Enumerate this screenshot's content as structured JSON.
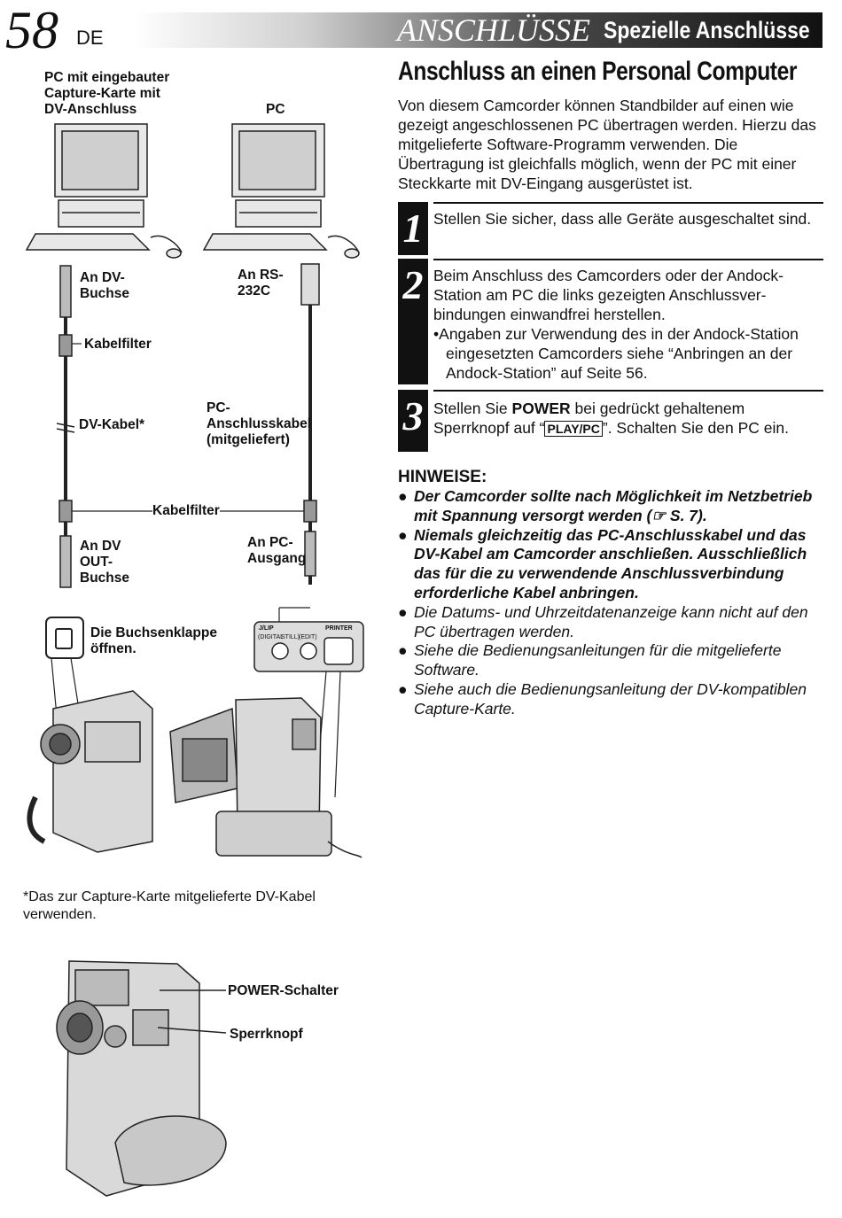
{
  "header": {
    "page_number": "58",
    "lang": "DE",
    "section": "ANSCHLÜSSE",
    "subsection": "Spezielle Anschlüsse"
  },
  "title": "Anschluss an einen Personal Computer",
  "intro": "Von diesem Camcorder können Standbilder auf einen wie gezeigt angeschlossenen PC übertragen werden. Hierzu das mitgelieferte Software-Programm verwenden. Die Übertragung ist gleichfalls möglich, wenn der PC mit einer Steckkarte mit DV-Eingang ausgerüstet ist.",
  "steps": [
    {
      "num": "1",
      "text": "Stellen Sie sicher, dass alle Geräte ausgeschaltet sind."
    },
    {
      "num": "2",
      "text": "Beim Anschluss des Camcorders oder der Andock-Station am PC die links gezeigten Anschlussver-bindungen einwandfrei herstellen.",
      "bullet": "Angaben zur Verwendung des in der Andock-Station eingesetzten Camcorders siehe “Anbringen an der Andock-Station” auf Seite 56."
    },
    {
      "num": "3",
      "text_pre": "Stellen Sie ",
      "text_bold": "POWER",
      "text_mid": " bei gedrückt gehaltenem Sperrknopf auf “",
      "key": "PLAY/PC",
      "text_post": "”. Schalten Sie den PC ein."
    }
  ],
  "notes_title": "HINWEISE:",
  "notes": [
    {
      "text": "Der Camcorder sollte nach Möglichkeit im Netzbetrieb mit Spannung versorgt werden (☞ S. 7).",
      "bold": true
    },
    {
      "text": "Niemals gleichzeitig das PC-Anschlusskabel und das DV-Kabel am Camcorder anschließen. Ausschließlich das für die zu verwendende Anschlussverbindung erforderliche Kabel anbringen.",
      "bold": true
    },
    {
      "text": "Die Datums- und Uhrzeitdatenanzeige kann nicht auf den PC übertragen werden.",
      "bold": false
    },
    {
      "text": "Siehe die Bedienungsanleitungen für die mitgelieferte Software.",
      "bold": false
    },
    {
      "text": "Siehe auch die Bedienungsanleitung der DV-kompatiblen Capture-Karte.",
      "bold": false
    }
  ],
  "diagram": {
    "pc1_label": "PC mit eingebauter Capture-Karte mit DV-Anschluss",
    "pc2_label": "PC",
    "an_dv": "An DV-Buchse",
    "an_rs": "An RS-232C",
    "kabelfilter1": "Kabelfilter",
    "dv_kabel": "DV-Kabel*",
    "pc_kabel": "PC-Anschlusskabel (mitgeliefert)",
    "kabelfilter2": "Kabelfilter",
    "an_dvout": "An DV OUT-Buchse",
    "an_pc": "An PC-Ausgang",
    "klappe": "Die Buchsenklappe öffnen.",
    "port_digital": "(DIGITAL",
    "port_still": "STILL)",
    "port_edit": "(EDIT)",
    "port_jlip": "J/LIP",
    "port_printer": "PRINTER",
    "footnote": "*Das zur Capture-Karte mitgelieferte DV-Kabel verwenden.",
    "power_schalter": "POWER-Schalter",
    "sperrknopf": "Sperrknopf"
  }
}
